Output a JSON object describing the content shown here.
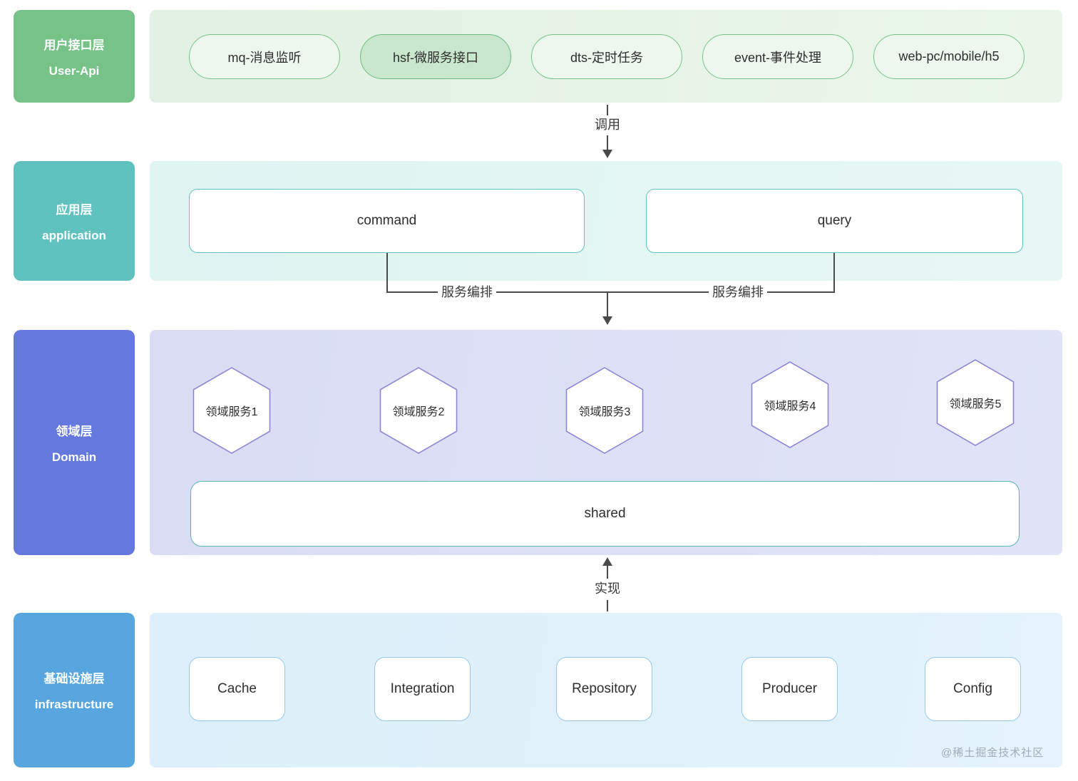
{
  "layers": [
    {
      "sidebar": {
        "zh": "用户接口层",
        "en": "User-Api"
      },
      "pills": [
        {
          "label": "mq-消息监听",
          "highlighted": false
        },
        {
          "label": "hsf-微服务接口",
          "highlighted": true
        },
        {
          "label": "dts-定时任务",
          "highlighted": false
        },
        {
          "label": "event-事件处理",
          "highlighted": false
        },
        {
          "label": "web-pc/mobile/h5",
          "highlighted": false
        }
      ]
    },
    {
      "sidebar": {
        "zh": "应用层",
        "en": "application"
      },
      "boxes": [
        "command",
        "query"
      ]
    },
    {
      "sidebar": {
        "zh": "领域层",
        "en": "Domain"
      },
      "hexagons": [
        "领域服务1",
        "领域服务2",
        "领域服务3",
        "领域服务4",
        "领域服务5"
      ],
      "shared": "shared"
    },
    {
      "sidebar": {
        "zh": "基础设施层",
        "en": "infrastructure"
      },
      "boxes": [
        "Cache",
        "Integration",
        "Repository",
        "Producer",
        "Config"
      ]
    }
  ],
  "connectors": {
    "call": "调用",
    "orchestrate_left": "服务编排",
    "orchestrate_right": "服务编排",
    "implement": "实现"
  },
  "watermark": "@稀土掘金技术社区",
  "colors": {
    "user_api_accent": "#76c287",
    "user_api_band": "#e6f3e6",
    "user_api_pill_border": "#74c489",
    "user_api_pill_highlight": "#c9e7cd",
    "application_accent": "#5fc2bf",
    "application_band": "#e1f5f3",
    "application_box_border": "#5fc3c3",
    "domain_accent": "#6478de",
    "domain_band": "#dcdff4",
    "domain_hex_border": "#8a80d6",
    "shared_box_border": "#57b9ae",
    "infrastructure_accent": "#58a6df",
    "infrastructure_band": "#def0fa",
    "infrastructure_box_border": "#94c8ef",
    "connector_line": "#4a4a4a"
  }
}
